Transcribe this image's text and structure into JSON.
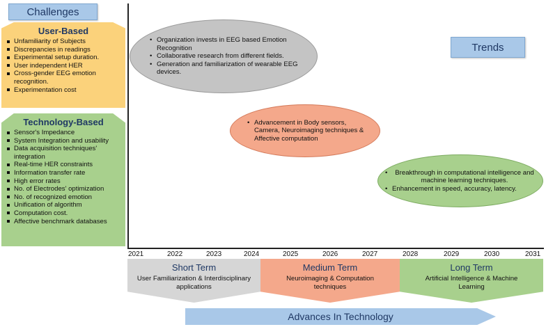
{
  "challenges": {
    "title": "Challenges",
    "user_based": {
      "title": "User-Based",
      "items": [
        "Unfamiliarity of Subjects",
        "Discrepancies in readings",
        "Experimental setup duration.",
        "User independent HER",
        "Cross-gender EEG emotion recognition.",
        "Experimentation cost"
      ]
    },
    "technology_based": {
      "title": "Technology-Based",
      "items": [
        "Sensor's Impedance",
        "System Integration and usability",
        "Data acquisition techniques' integration",
        "Real-time HER constraints",
        "Information transfer rate",
        "High error rates",
        "No. of Electrodes' optimization",
        "No. of recognized emotion",
        "Unification of algorithm",
        "Computation cost.",
        "Affective benchmark databases"
      ]
    }
  },
  "trends": {
    "title": "Trends",
    "short_items": [
      "Organization invests in EEG based Emotion Recognition",
      "Collaborative research from different fields.",
      "Generation and familiarization of wearable EEG devices."
    ],
    "medium_items": [
      "Advancement in Body sensors, Camera, Neuroimaging techniques & Affective computation"
    ],
    "long_items": [
      "Breakthrough in computational intelligence and machine learning techniques.",
      "Enhancement in speed, accuracy, latency."
    ]
  },
  "timeline": {
    "years": [
      "2021",
      "2022",
      "2023",
      "2024",
      "2025",
      "2026",
      "2027",
      "2028",
      "2029",
      "2030",
      "2031"
    ]
  },
  "terms": {
    "short": {
      "title": "Short Term",
      "desc": "User Familiarization & Interdisciplinary applications"
    },
    "medium": {
      "title": "Medium Term",
      "desc": "Neuroimaging & Computation techniques"
    },
    "long": {
      "title": "Long Term",
      "desc": "Artificial Intelligence & Machine Learning"
    }
  },
  "footer": {
    "advances": "Advances In Technology"
  },
  "colors": {
    "user_panel": "#fbd27b",
    "tech_panel": "#a8d08d",
    "short": "#c4c4c4",
    "medium": "#f4a88b",
    "long": "#a8d08d",
    "label_box": "#a9c8e8",
    "title_text": "#1f3864"
  }
}
